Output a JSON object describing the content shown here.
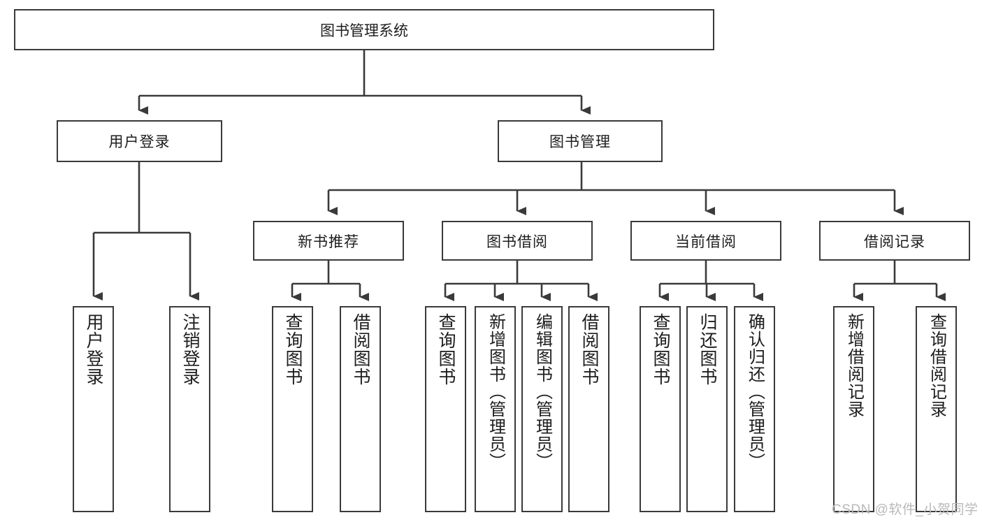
{
  "diagram": {
    "title": "图书管理系统",
    "type": "tree-hierarchy-diagram",
    "colors": {
      "background": "#ffffff",
      "box_border": "#3a3a3a",
      "box_fill": "#ffffff",
      "connector": "#3a3a3a",
      "watermark": "#b9b9b9"
    },
    "watermark": "CSDN @软件_小贺同学",
    "nodes": {
      "root": {
        "label": "图书管理系统"
      },
      "level1": [
        {
          "label": "用户登录"
        },
        {
          "label": "图书管理"
        }
      ],
      "level2": [
        {
          "label": "新书推荐"
        },
        {
          "label": "图书借阅"
        },
        {
          "label": "当前借阅"
        },
        {
          "label": "借阅记录"
        }
      ],
      "leaves_user_login": [
        {
          "label": "用户登录"
        },
        {
          "label": "注销登录"
        }
      ],
      "leaves_new_book": [
        {
          "label": "查询图书"
        },
        {
          "label": "借阅图书"
        }
      ],
      "leaves_borrow": [
        {
          "label": "查询图书"
        },
        {
          "label": "新增图书（管理员）"
        },
        {
          "label": "编辑图书（管理员）"
        },
        {
          "label": "借阅图书"
        }
      ],
      "leaves_current": [
        {
          "label": "查询图书"
        },
        {
          "label": "归还图书"
        },
        {
          "label": "确认归还（管理员）"
        }
      ],
      "leaves_records": [
        {
          "label": "新增借阅记录"
        },
        {
          "label": "查询借阅记录"
        }
      ]
    }
  }
}
